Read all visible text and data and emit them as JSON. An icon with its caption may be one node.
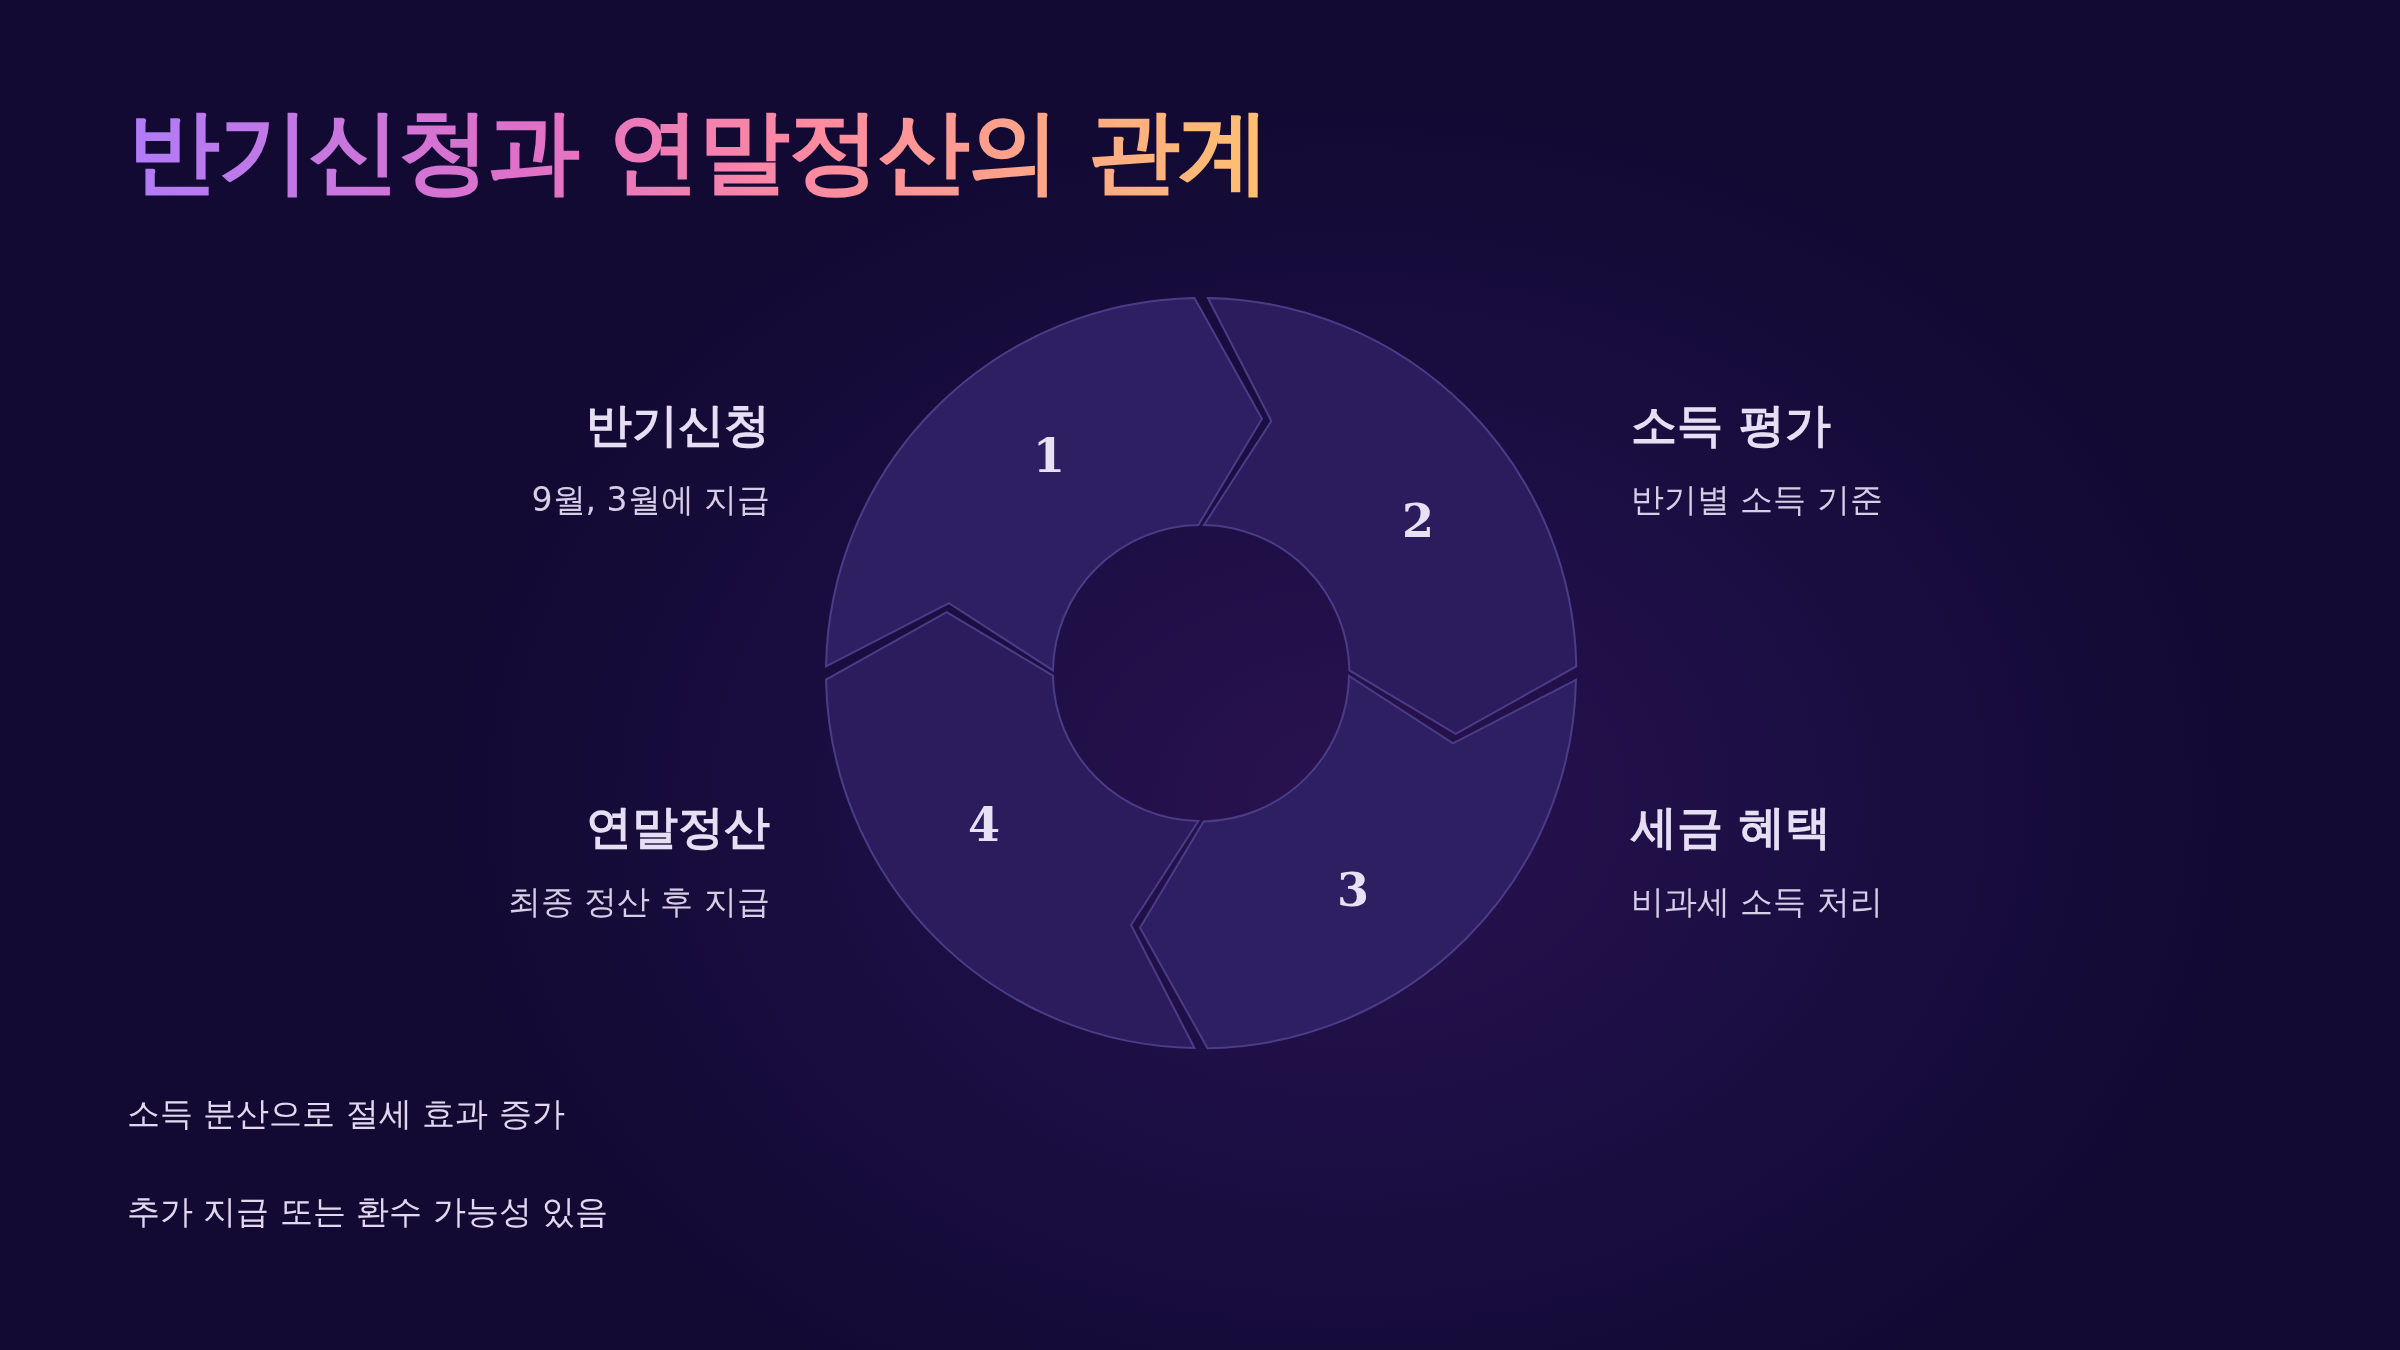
{
  "diagram": {
    "title": "반기신청과 연말정산의 관계",
    "nodes": [
      {
        "text": [
          "1"
        ],
        "beside": [
          "반기신청",
          "9월, 3월에 지급"
        ]
      },
      {
        "text": [
          "2"
        ],
        "beside": [
          "소득 평가",
          "반기별 소득 기준"
        ]
      },
      {
        "text": [
          "3"
        ],
        "beside": [
          "세금 혜택",
          "비과세 소득 처리"
        ]
      },
      {
        "text": [
          "4"
        ],
        "beside": [
          "연말정산",
          "최종 정산 후 지급"
        ]
      }
    ],
    "labels": [
      "소득 분산으로 절세 효과 증가",
      "추가 지급 또는 환수 가능성 있음"
    ]
  }
}
